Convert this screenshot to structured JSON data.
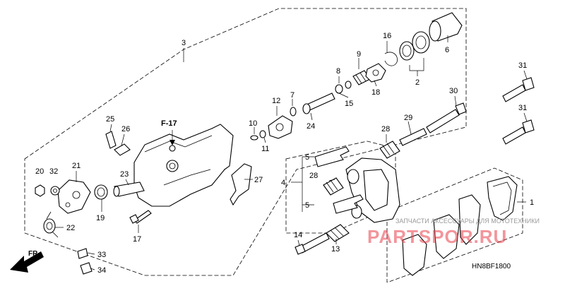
{
  "diagram": {
    "ref_label": "F-17",
    "direction_label": "FR.",
    "diagram_code": "HN8BF1800",
    "watermark": {
      "brand": "PARTSPOR.RU",
      "tagline": "ЗАПЧАСТИ АКСЕССУАРЫ ДЛЯ МОТОТЕХНИКИ"
    },
    "callouts": [
      {
        "id": "c1",
        "text": "1"
      },
      {
        "id": "c2",
        "text": "2"
      },
      {
        "id": "c3",
        "text": "3"
      },
      {
        "id": "c4",
        "text": "4"
      },
      {
        "id": "c5a",
        "text": "5"
      },
      {
        "id": "c5b",
        "text": "5"
      },
      {
        "id": "c6",
        "text": "6"
      },
      {
        "id": "c7",
        "text": "7"
      },
      {
        "id": "c8",
        "text": "8"
      },
      {
        "id": "c9",
        "text": "9"
      },
      {
        "id": "c10",
        "text": "10"
      },
      {
        "id": "c11",
        "text": "11"
      },
      {
        "id": "c12",
        "text": "12"
      },
      {
        "id": "c13",
        "text": "13"
      },
      {
        "id": "c14",
        "text": "14"
      },
      {
        "id": "c15",
        "text": "15"
      },
      {
        "id": "c16",
        "text": "16"
      },
      {
        "id": "c17",
        "text": "17"
      },
      {
        "id": "c18",
        "text": "18"
      },
      {
        "id": "c19",
        "text": "19"
      },
      {
        "id": "c20",
        "text": "20"
      },
      {
        "id": "c21",
        "text": "21"
      },
      {
        "id": "c22",
        "text": "22"
      },
      {
        "id": "c23",
        "text": "23"
      },
      {
        "id": "c24",
        "text": "24"
      },
      {
        "id": "c25",
        "text": "25"
      },
      {
        "id": "c26",
        "text": "26"
      },
      {
        "id": "c27",
        "text": "27"
      },
      {
        "id": "c28a",
        "text": "28"
      },
      {
        "id": "c28b",
        "text": "28"
      },
      {
        "id": "c29",
        "text": "29"
      },
      {
        "id": "c30",
        "text": "30"
      },
      {
        "id": "c31a",
        "text": "31"
      },
      {
        "id": "c31b",
        "text": "31"
      },
      {
        "id": "c32",
        "text": "32"
      },
      {
        "id": "c33",
        "text": "33"
      },
      {
        "id": "c34",
        "text": "34"
      }
    ]
  }
}
